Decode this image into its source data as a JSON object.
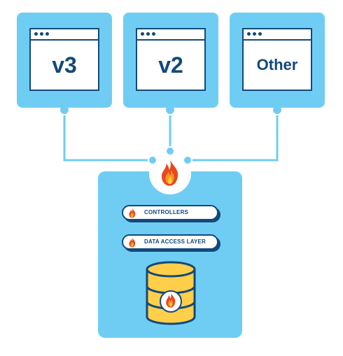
{
  "versions": [
    {
      "label": "v3"
    },
    {
      "label": "v2"
    },
    {
      "label": "Other"
    }
  ],
  "server": {
    "layers": [
      {
        "label": "CONTROLLERS"
      },
      {
        "label": "DATA ACCESS LAYER"
      }
    ]
  },
  "colors": {
    "panel": "#6fcdf3",
    "outline": "#12497a",
    "connector": "#6fcdf3",
    "flame_outer": "#e8471f",
    "flame_mid": "#f7941d",
    "flame_inner": "#ffd23f",
    "database": "#ffcf4a"
  },
  "icons": [
    "browser-window-icon",
    "flame-logo-icon",
    "database-icon"
  ]
}
